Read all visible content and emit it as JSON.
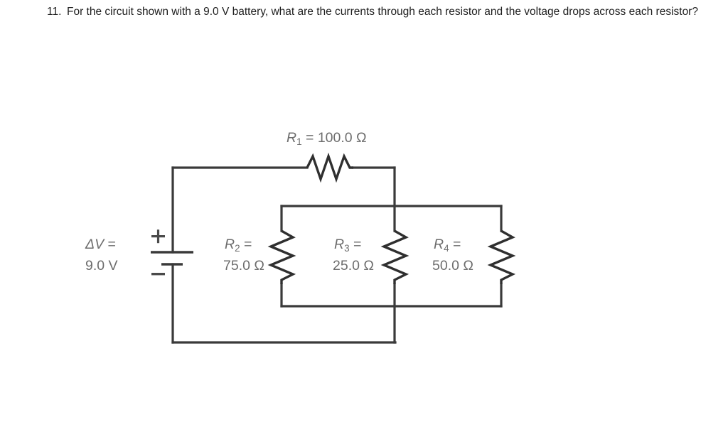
{
  "question": {
    "number": "11.",
    "text": "For the circuit shown with a 9.0 V battery, what are the currents through each resistor and the voltage drops across each resistor?"
  },
  "circuit": {
    "source": {
      "name": "battery",
      "label_line1": "ΔV =",
      "label_line2": "9.0 V",
      "value": "9.0 V",
      "plus_sign": "+",
      "minus_sign": "−"
    },
    "resistors": [
      {
        "id": "R1",
        "symbol": "R",
        "subscript": "1",
        "equals": "=",
        "value": "100.0 Ω",
        "label_line1": "R₁ = 100.0 Ω",
        "orientation": "horizontal"
      },
      {
        "id": "R2",
        "symbol": "R",
        "subscript": "2",
        "equals": "=",
        "value": "75.0 Ω",
        "label_line1": "R₂ =",
        "label_line2": "75.0 Ω",
        "orientation": "vertical"
      },
      {
        "id": "R3",
        "symbol": "R",
        "subscript": "3",
        "equals": "=",
        "value": "25.0 Ω",
        "label_line1": "R₃ =",
        "label_line2": "25.0 Ω",
        "orientation": "vertical"
      },
      {
        "id": "R4",
        "symbol": "R",
        "subscript": "4",
        "equals": "=",
        "value": "50.0 Ω",
        "label_line1": "R₄ =",
        "label_line2": "50.0 Ω",
        "orientation": "vertical"
      }
    ],
    "colors": {
      "wire": "#3a3a3a",
      "label_text": "#6d6d6d",
      "question_text": "#1d1d1d",
      "background": "#ffffff"
    }
  }
}
